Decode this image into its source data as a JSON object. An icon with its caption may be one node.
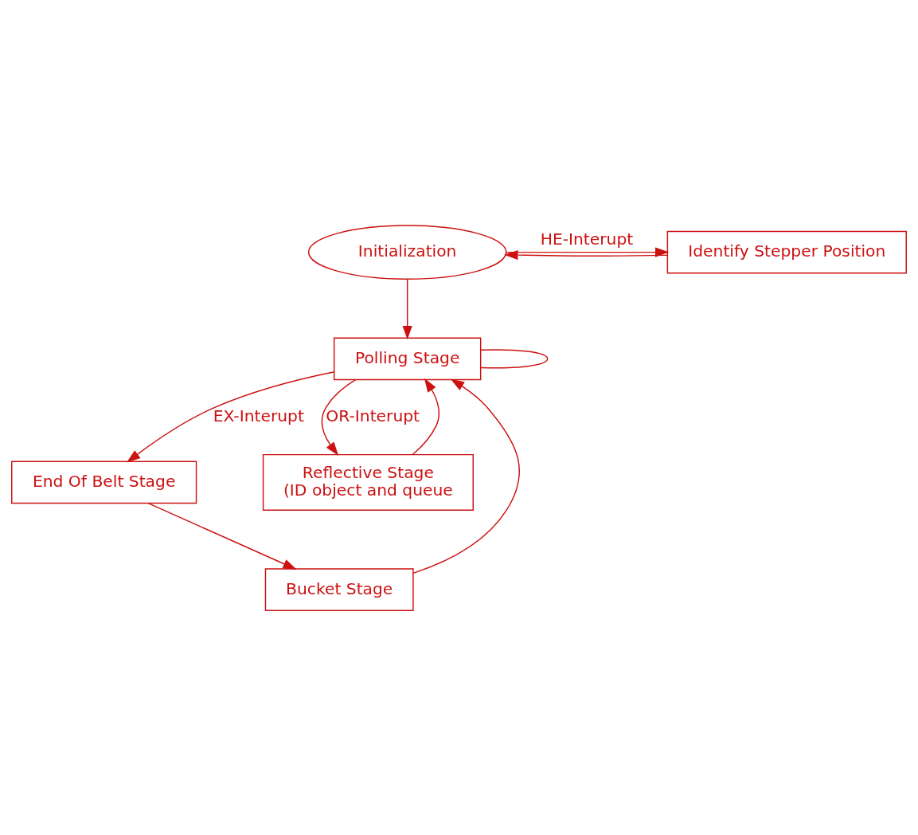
{
  "diagram": {
    "nodes": [
      {
        "text": [
          "Initialization"
        ]
      },
      {
        "text": [
          "Identify Stepper Position"
        ]
      },
      {
        "text": [
          "Polling Stage"
        ]
      },
      {
        "text": [
          "End Of Belt Stage"
        ]
      },
      {
        "text": [
          "Bucket Stage"
        ]
      },
      {
        "text": [
          "Reflective Stage",
          "(ID object and queue"
        ]
      }
    ],
    "edges": [
      {
        "from": 0,
        "to": 1,
        "arrow": "to",
        "label": "HE-Interupt"
      },
      {
        "from": 1,
        "to": 0,
        "arrow": "to"
      },
      {
        "from": 0,
        "to": 2,
        "arrow": "to"
      },
      {
        "from": 2,
        "to": 2,
        "arrow": "none"
      },
      {
        "from": 2,
        "to": 3,
        "arrow": "to",
        "label": "EX-Interupt"
      },
      {
        "from": 3,
        "to": 4,
        "arrow": "to"
      },
      {
        "from": 4,
        "to": 2,
        "arrow": "to"
      },
      {
        "from": 5,
        "to": 2,
        "arrow": "to"
      },
      {
        "from": 2,
        "to": 5,
        "arrow": "to",
        "label": "OR-Interupt"
      }
    ]
  }
}
